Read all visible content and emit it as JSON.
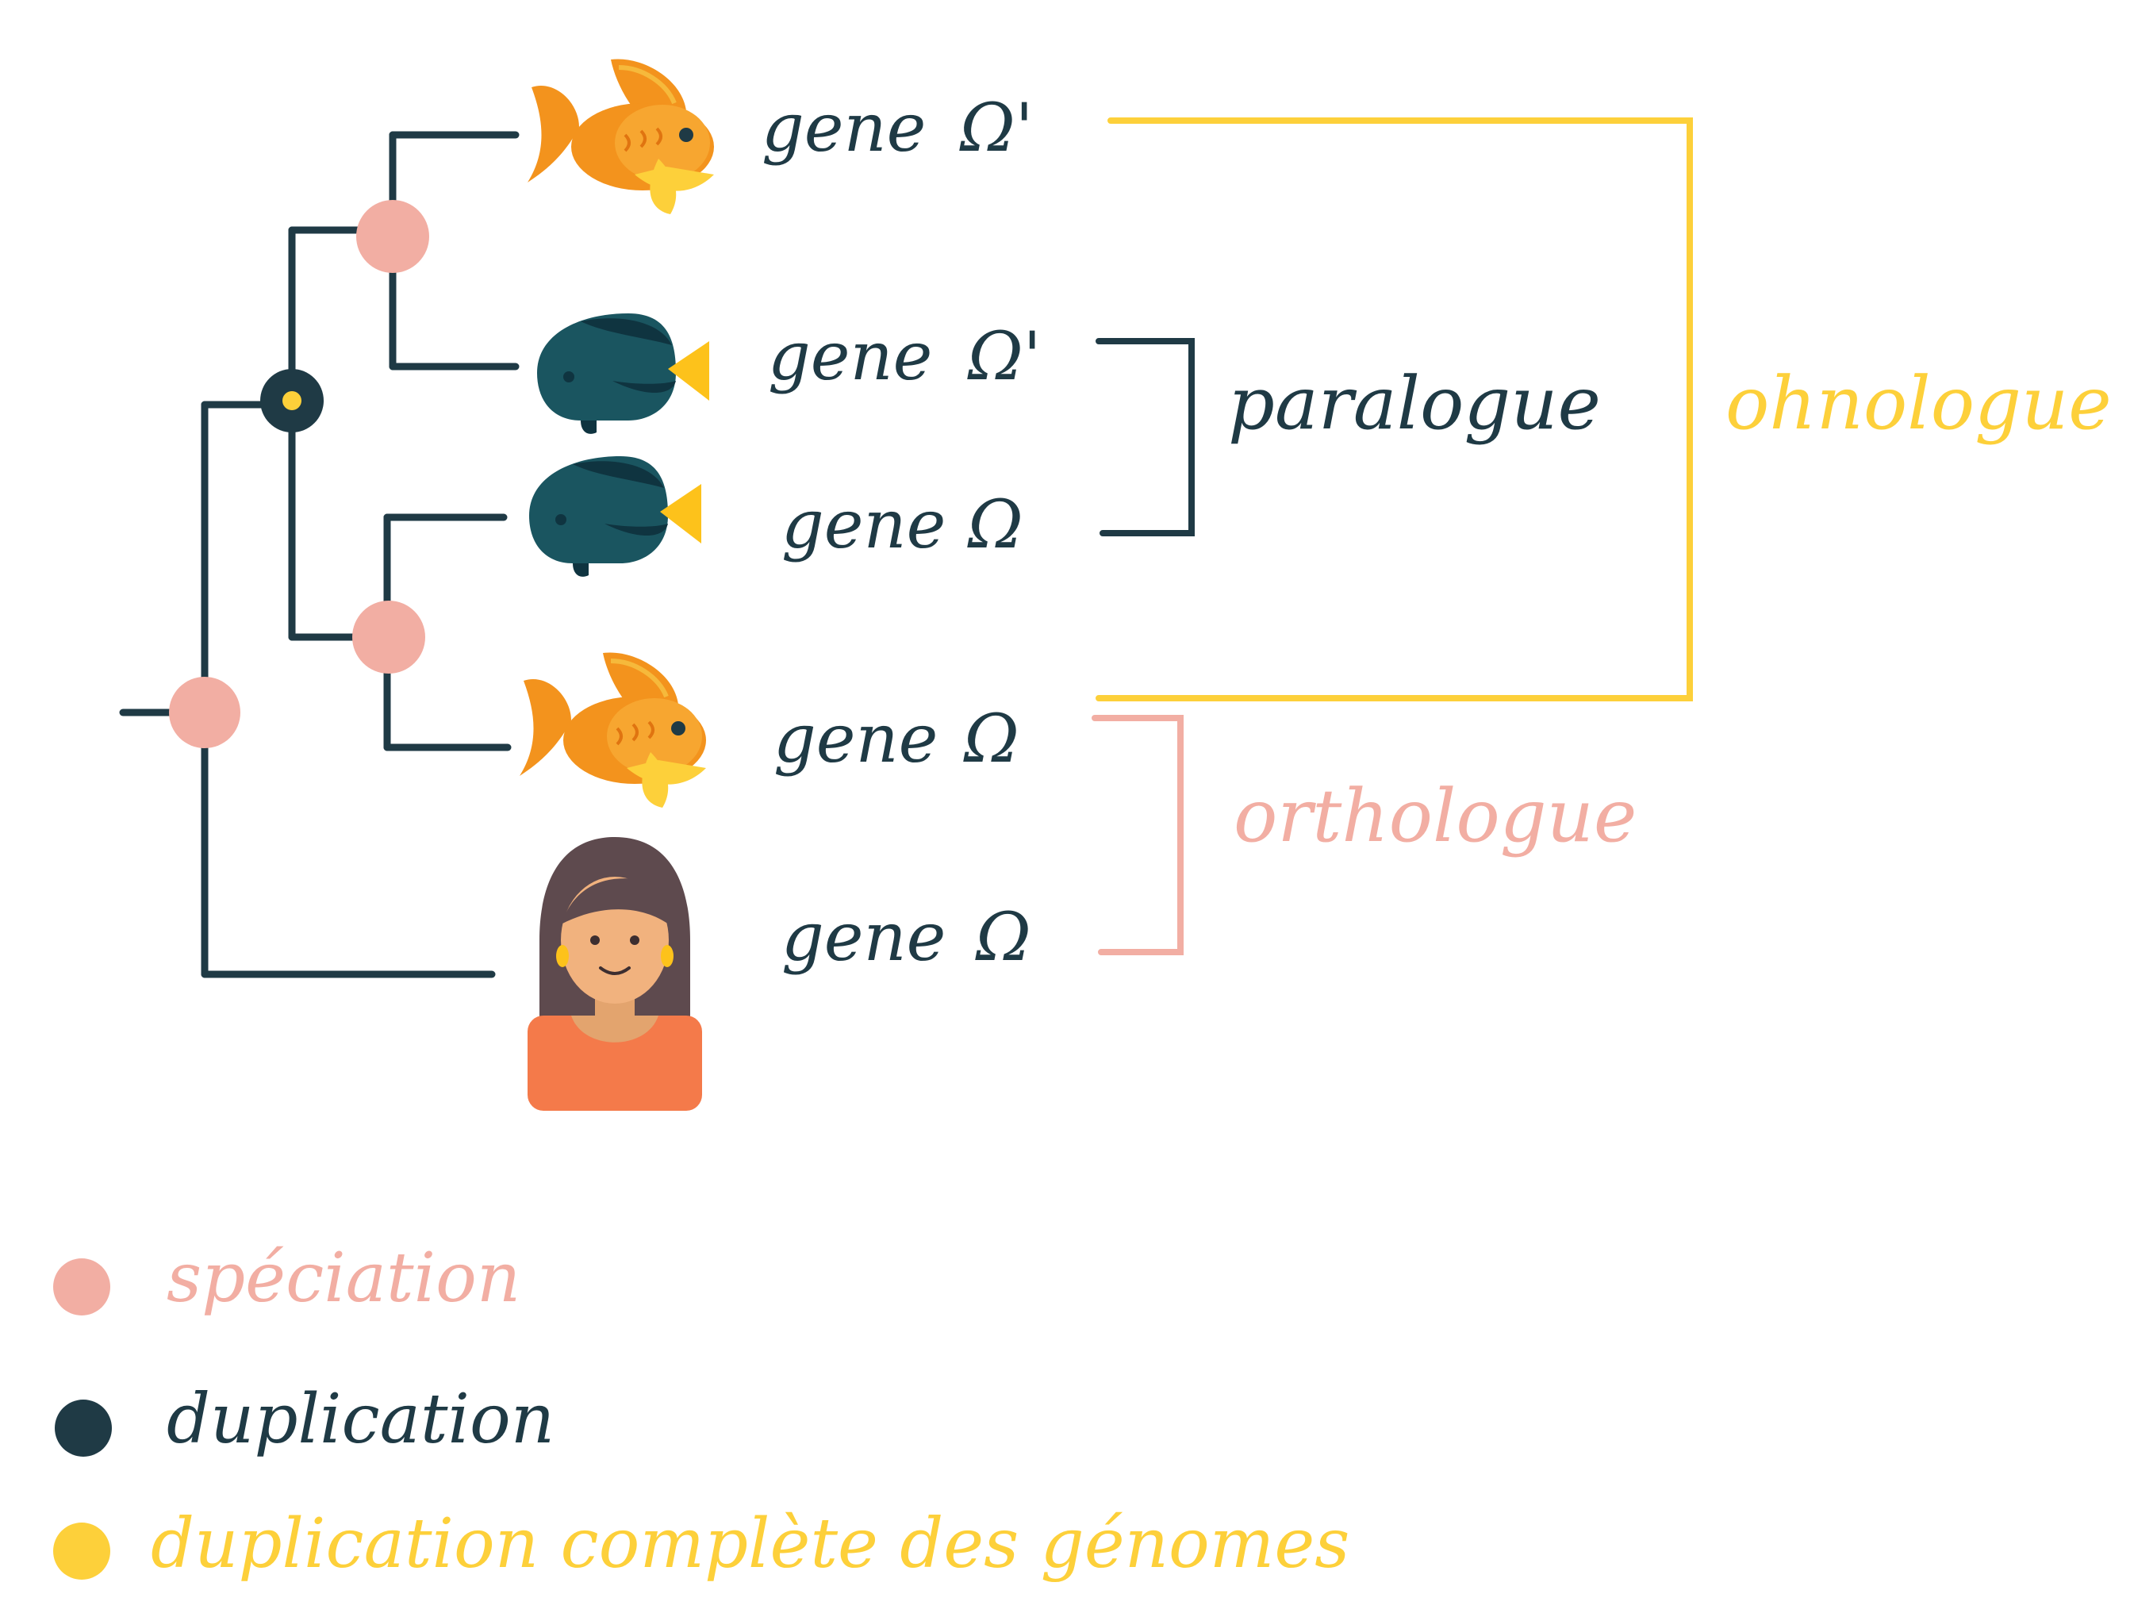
{
  "colors": {
    "tree": "#1f3a45",
    "speciation": "#f2aea3",
    "duplication": "#1f3a45",
    "wgd": "#fdd03a",
    "ohnologue": "#fdd03a",
    "paralogue": "#1f3a45",
    "orthologue": "#f2aea3"
  },
  "leaves": [
    {
      "organism": "goldfish",
      "gene": "gene",
      "symbol": "Ω'"
    },
    {
      "organism": "dark-fish",
      "gene": "gene",
      "symbol": "Ω'"
    },
    {
      "organism": "dark-fish",
      "gene": "gene",
      "symbol": "Ω"
    },
    {
      "organism": "goldfish",
      "gene": "gene",
      "symbol": "Ω"
    },
    {
      "organism": "woman",
      "gene": "gene",
      "symbol": "Ω"
    }
  ],
  "relations": {
    "paralogue": "paralogue",
    "ohnologue": "ohnologue",
    "orthologue": "orthologue"
  },
  "legend": {
    "speciation": "spéciation",
    "duplication": "duplication",
    "wgd": "duplication complète des génomes"
  }
}
